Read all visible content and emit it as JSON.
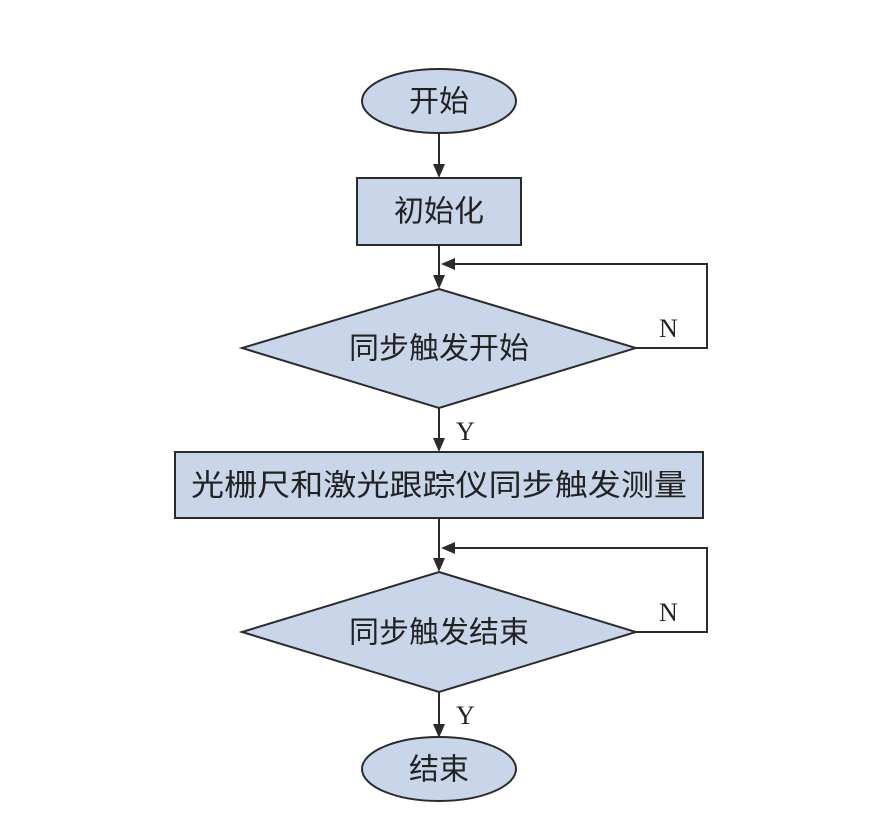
{
  "colors": {
    "node_fill": "#c9d6ea",
    "stroke": "#2b2b2b",
    "text": "#222222",
    "background": "#ffffff"
  },
  "nodes": {
    "start": {
      "label": "开始",
      "shape": "ellipse"
    },
    "init": {
      "label": "初始化",
      "shape": "rectangle"
    },
    "sync_start_check": {
      "label": "同步触发开始",
      "shape": "diamond"
    },
    "measure": {
      "label": "光栅尺和激光跟踪仪同步触发测量",
      "shape": "rectangle"
    },
    "sync_end_check": {
      "label": "同步触发结束",
      "shape": "diamond"
    },
    "end": {
      "label": "结束",
      "shape": "ellipse"
    }
  },
  "edges": {
    "start_to_init": {
      "from": "开始",
      "to": "初始化",
      "label": ""
    },
    "init_to_sync_start": {
      "from": "初始化",
      "to": "同步触发开始",
      "label": ""
    },
    "sync_start_no": {
      "from": "同步触发开始",
      "to": "同步触发开始",
      "label": "N"
    },
    "sync_start_yes": {
      "from": "同步触发开始",
      "to": "光栅尺和激光跟踪仪同步触发测量",
      "label": "Y"
    },
    "measure_to_sync_end": {
      "from": "光栅尺和激光跟踪仪同步触发测量",
      "to": "同步触发结束",
      "label": ""
    },
    "sync_end_no": {
      "from": "同步触发结束",
      "to": "同步触发结束",
      "label": "N"
    },
    "sync_end_yes": {
      "from": "同步触发结束",
      "to": "结束",
      "label": "Y"
    }
  }
}
